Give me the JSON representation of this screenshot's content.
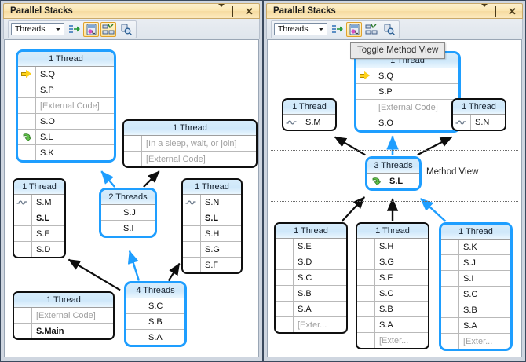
{
  "window": {
    "title": "Parallel Stacks",
    "controls": {
      "menu": "▾",
      "maximize": "□",
      "close": "✕"
    }
  },
  "toolbar": {
    "combo_value": "Threads",
    "buttons": [
      {
        "name": "show-threads-in-source-icon",
        "label": "Show Threads In Source"
      },
      {
        "name": "toggle-method-view-icon",
        "label": "Toggle Method View",
        "active": true
      },
      {
        "name": "auto-scroll-icon",
        "label": "Auto Scroll To Current Stack Frame",
        "active": true
      },
      {
        "name": "zoom-icon",
        "label": "Zoom"
      }
    ]
  },
  "tooltip": {
    "text": "Toggle Method View"
  },
  "labels": {
    "method_view": "Method View"
  },
  "left_panel": {
    "boxes": [
      {
        "id": "l-sq",
        "header": "1 Thread",
        "selected": true,
        "rows": [
          {
            "icon": "yellow-arrow",
            "label": "S.Q",
            "style": "normal"
          },
          {
            "icon": "",
            "label": "S.P",
            "style": "normal"
          },
          {
            "icon": "",
            "label": "[External Code]",
            "style": "ext"
          },
          {
            "icon": "",
            "label": "S.O",
            "style": "normal"
          },
          {
            "icon": "green-recur",
            "label": "S.L",
            "style": "normal"
          },
          {
            "icon": "",
            "label": "S.K",
            "style": "normal"
          }
        ]
      },
      {
        "id": "l-sleep",
        "header": "1 Thread",
        "selected": false,
        "rows": [
          {
            "icon": "",
            "label": "[In a sleep, wait, or join]",
            "style": "ext"
          },
          {
            "icon": "",
            "label": "[External Code]",
            "style": "ext"
          }
        ]
      },
      {
        "id": "l-sm",
        "header": "1 Thread",
        "selected": false,
        "rows": [
          {
            "icon": "wave",
            "label": "S.M",
            "style": "normal"
          },
          {
            "icon": "",
            "label": "S.L",
            "style": "bold"
          },
          {
            "icon": "",
            "label": "S.E",
            "style": "normal"
          },
          {
            "icon": "",
            "label": "S.D",
            "style": "normal"
          }
        ]
      },
      {
        "id": "l-2t",
        "header": "2 Threads",
        "selected": true,
        "rows": [
          {
            "icon": "",
            "label": "S.J",
            "style": "normal"
          },
          {
            "icon": "",
            "label": "S.I",
            "style": "normal"
          }
        ]
      },
      {
        "id": "l-sn",
        "header": "1 Thread",
        "selected": false,
        "rows": [
          {
            "icon": "wave",
            "label": "S.N",
            "style": "normal"
          },
          {
            "icon": "",
            "label": "S.L",
            "style": "bold"
          },
          {
            "icon": "",
            "label": "S.H",
            "style": "normal"
          },
          {
            "icon": "",
            "label": "S.G",
            "style": "normal"
          },
          {
            "icon": "",
            "label": "S.F",
            "style": "normal"
          }
        ]
      },
      {
        "id": "l-main",
        "header": "1 Thread",
        "selected": false,
        "rows": [
          {
            "icon": "",
            "label": "[External Code]",
            "style": "ext"
          },
          {
            "icon": "",
            "label": "S.Main",
            "style": "bold"
          }
        ]
      },
      {
        "id": "l-4t",
        "header": "4 Threads",
        "selected": true,
        "rows": [
          {
            "icon": "",
            "label": "S.C",
            "style": "normal"
          },
          {
            "icon": "",
            "label": "S.B",
            "style": "normal"
          },
          {
            "icon": "",
            "label": "S.A",
            "style": "normal"
          }
        ]
      }
    ]
  },
  "right_panel": {
    "boxes": [
      {
        "id": "r-sq",
        "header": "1 Thread",
        "selected": true,
        "rows": [
          {
            "icon": "yellow-arrow",
            "label": "S.Q",
            "style": "normal"
          },
          {
            "icon": "",
            "label": "S.P",
            "style": "normal"
          },
          {
            "icon": "",
            "label": "[External Code]",
            "style": "ext"
          },
          {
            "icon": "",
            "label": "S.O",
            "style": "normal"
          }
        ]
      },
      {
        "id": "r-sm",
        "header": "1 Thread",
        "selected": false,
        "rows": [
          {
            "icon": "wave",
            "label": "S.M",
            "style": "normal"
          }
        ]
      },
      {
        "id": "r-sn",
        "header": "1 Thread",
        "selected": false,
        "rows": [
          {
            "icon": "wave",
            "label": "S.N",
            "style": "normal"
          }
        ]
      },
      {
        "id": "r-3t",
        "header": "3 Threads",
        "selected": true,
        "rows": [
          {
            "icon": "green-recur",
            "label": "S.L",
            "style": "bold"
          }
        ]
      },
      {
        "id": "r-se",
        "header": "1 Thread",
        "selected": false,
        "rows": [
          {
            "icon": "",
            "label": "S.E",
            "style": "normal"
          },
          {
            "icon": "",
            "label": "S.D",
            "style": "normal"
          },
          {
            "icon": "",
            "label": "S.C",
            "style": "normal"
          },
          {
            "icon": "",
            "label": "S.B",
            "style": "normal"
          },
          {
            "icon": "",
            "label": "S.A",
            "style": "normal"
          },
          {
            "icon": "",
            "label": "[Exter...",
            "style": "ext"
          }
        ]
      },
      {
        "id": "r-sh",
        "header": "1 Thread",
        "selected": false,
        "rows": [
          {
            "icon": "",
            "label": "S.H",
            "style": "normal"
          },
          {
            "icon": "",
            "label": "S.G",
            "style": "normal"
          },
          {
            "icon": "",
            "label": "S.F",
            "style": "normal"
          },
          {
            "icon": "",
            "label": "S.C",
            "style": "normal"
          },
          {
            "icon": "",
            "label": "S.B",
            "style": "normal"
          },
          {
            "icon": "",
            "label": "S.A",
            "style": "normal"
          },
          {
            "icon": "",
            "label": "[Exter...",
            "style": "ext"
          }
        ]
      },
      {
        "id": "r-sk",
        "header": "1 Thread",
        "selected": true,
        "rows": [
          {
            "icon": "",
            "label": "S.K",
            "style": "normal"
          },
          {
            "icon": "",
            "label": "S.J",
            "style": "normal"
          },
          {
            "icon": "",
            "label": "S.I",
            "style": "normal"
          },
          {
            "icon": "",
            "label": "S.C",
            "style": "normal"
          },
          {
            "icon": "",
            "label": "S.B",
            "style": "normal"
          },
          {
            "icon": "",
            "label": "S.A",
            "style": "normal"
          },
          {
            "icon": "",
            "label": "[Exter...",
            "style": "ext"
          }
        ]
      }
    ]
  },
  "colors": {
    "selection_blue": "#1e9eff",
    "title_gold": "#fbe6b0",
    "header_blue": "#cfe8fa",
    "external_gray": "#a0a0a0"
  }
}
